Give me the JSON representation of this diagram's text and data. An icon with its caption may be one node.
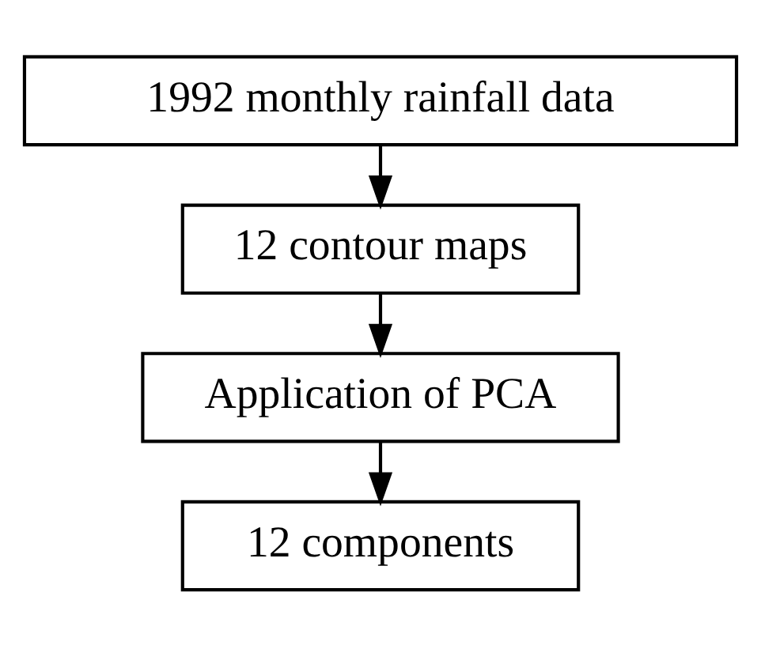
{
  "diagram": {
    "nodes": [
      {
        "text": [
          "1992 monthly rainfall data"
        ]
      },
      {
        "text": [
          "12 contour maps"
        ]
      },
      {
        "text": [
          "Application of PCA"
        ]
      },
      {
        "text": [
          "12 components"
        ]
      }
    ],
    "edges": [
      {
        "from": 0,
        "to": 1,
        "arrow": "to"
      },
      {
        "from": 1,
        "to": 2,
        "arrow": "to"
      },
      {
        "from": 2,
        "to": 3,
        "arrow": "to"
      }
    ]
  }
}
